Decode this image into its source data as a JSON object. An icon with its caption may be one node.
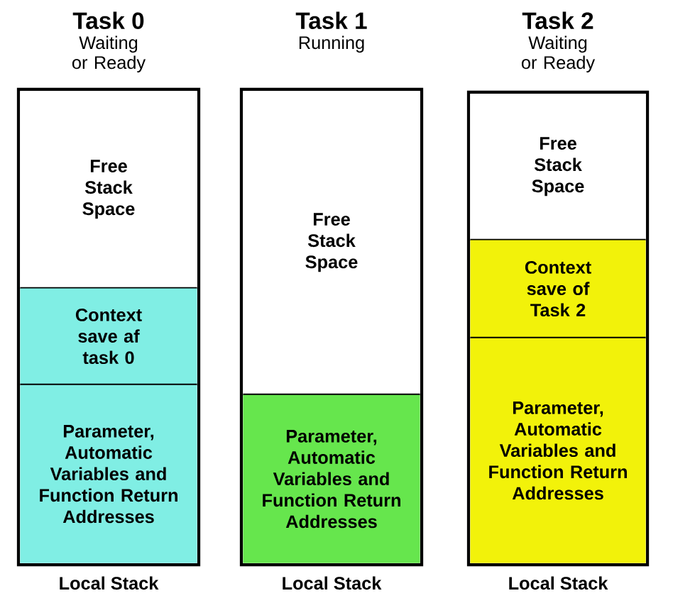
{
  "diagram": {
    "nodes": [
      {
        "text": [
          "Task 0",
          "Waiting or Ready"
        ],
        "beside": [
          "Local Stack"
        ]
      },
      {
        "text": [
          "Free Stack Space"
        ],
        "in": 0
      },
      {
        "text": [
          "Context save af task 0"
        ],
        "in": 0
      },
      {
        "text": [
          "Parameter, Automatic Variables and Function Return Addresses"
        ],
        "in": 0
      },
      {
        "text": [
          "Task 1",
          "Running"
        ],
        "beside": [
          "Local Stack"
        ]
      },
      {
        "text": [
          "Free Stack Space"
        ],
        "in": 4
      },
      {
        "text": [
          "Parameter, Automatic Variables and Function Return Addresses"
        ],
        "in": 4
      },
      {
        "text": [
          "Task 2",
          "Waiting or Ready"
        ],
        "beside": [
          "Local Stack"
        ]
      },
      {
        "text": [
          "Free Stack Space"
        ],
        "in": 7
      },
      {
        "text": [
          "Context save of Task 2"
        ],
        "in": 7
      },
      {
        "text": [
          "Parameter, Automatic Variables and Function Return Addresses"
        ],
        "in": 7
      }
    ]
  }
}
